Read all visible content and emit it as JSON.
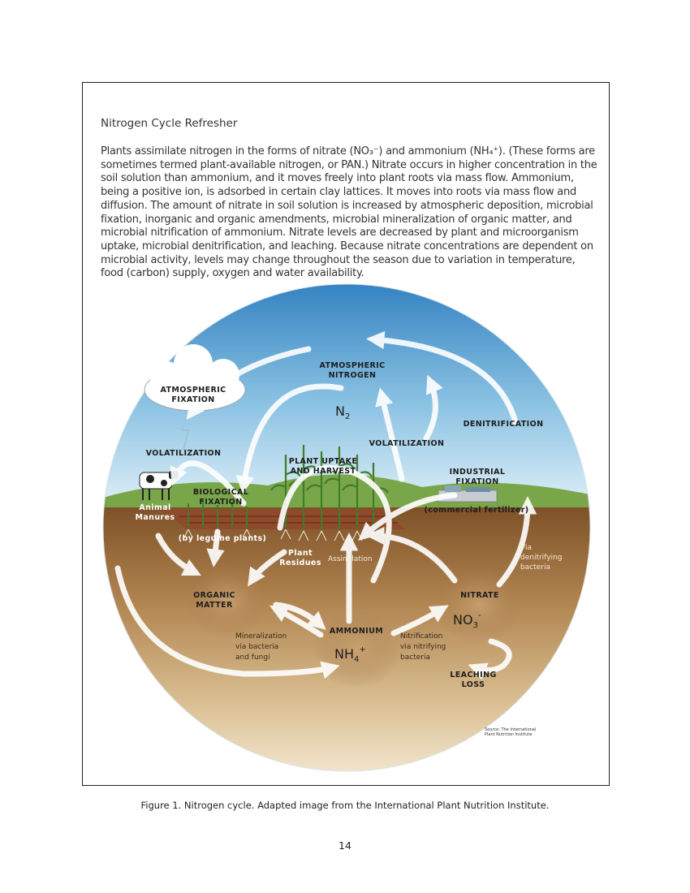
{
  "heading": "Nitrogen Cycle Refresher",
  "body": "Plants assimilate nitrogen in the forms of nitrate (NO₃⁻) and ammonium (NH₄⁺). (These forms are sometimes termed plant-available nitrogen, or PAN.) Nitrate occurs in higher concentration in the soil solution than ammonium, and it moves freely into plant roots via mass flow. Ammonium, being a positive ion, is adsorbed in certain clay lattices. It moves into roots via mass flow and diffusion. The amount of nitrate in soil solution is increased by atmospheric deposition, microbial fixation, inorganic and organic amendments, microbial mineralization of organic matter, and microbial nitrification of ammonium. Nitrate levels are decreased by plant and microorganism uptake, microbial denitrification, and leaching. Because nitrate concentrations are dependent on microbial activity, levels may change throughout the season due to variation in temperature, food (carbon) supply, oxygen and water availability.",
  "diagram": {
    "atmospheric_nitrogen": [
      "ATMOSPHERIC",
      "NITROGEN"
    ],
    "n2": "N",
    "n2_sub": "2",
    "atmospheric_fixation": [
      "ATMOSPHERIC",
      "FIXATION"
    ],
    "denitrification": "DENITRIFICATION",
    "volatilization_left": "VOLATILIZATION",
    "volatilization_right": "VOLATILIZATION",
    "plant_uptake": [
      "PLANT UPTAKE",
      "AND HARVEST"
    ],
    "industrial_fixation": [
      "INDUSTRIAL",
      "FIXATION"
    ],
    "commercial_fertilizer": "(commercial fertilizer)",
    "animal_manures": [
      "Animal",
      "Manures"
    ],
    "biological_fixation": [
      "BIOLOGICAL",
      "FIXATION"
    ],
    "legume_plants": "(by legume plants)",
    "plant_residues": [
      "Plant",
      "Residues"
    ],
    "assimilation": "Assimilation",
    "via_denitrifying": [
      "Via",
      "denitrifying",
      "bacteria"
    ],
    "organic_matter": [
      "ORGANIC",
      "MATTER"
    ],
    "nitrate": "NITRATE",
    "no3": "NO",
    "no3_sub": "3",
    "no3_sup": "-",
    "ammonium": "AMMONIUM",
    "nh4": "NH",
    "nh4_sub": "4",
    "nh4_sup": "+",
    "mineralization": [
      "Mineralization",
      "via bacteria",
      "and fungi"
    ],
    "nitrification": [
      "Nitrification",
      "via nitrifying",
      "bacteria"
    ],
    "leaching_loss": [
      "LEACHING",
      "LOSS"
    ],
    "source": [
      "Source: The International",
      "Plant Nutrition Institute"
    ]
  },
  "caption": "Figure 1. Nitrogen cycle.  Adapted image from the International Plant Nutrition Institute.",
  "page_number": "14",
  "colors": {
    "sky_top": "#2f7fc0",
    "sky_bottom": "#d8ecf6",
    "soil_top": "#8a5a2e",
    "soil_bottom": "#e9d6b4",
    "grass": "#5f9a3a",
    "arrow": "#ffffff"
  }
}
